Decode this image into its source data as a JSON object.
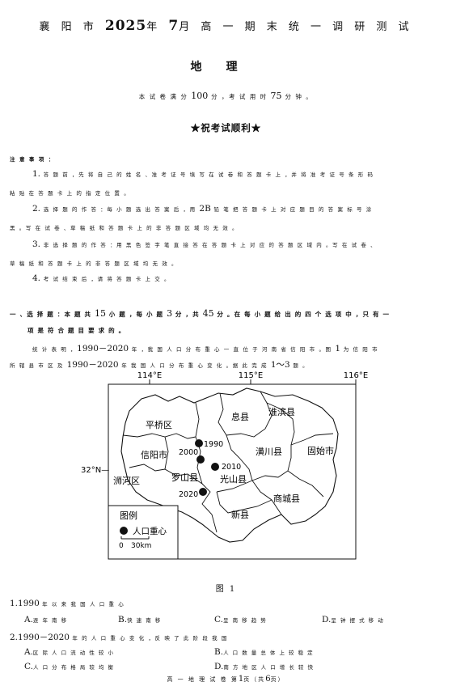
{
  "header": {
    "prefix": "襄 阳 市",
    "year": "2025",
    "nian": "年",
    "month": "7",
    "rest": "月 高 一 期 末 统 一 调 研 测 试"
  },
  "subject": "地理",
  "score_line": {
    "a": "本 试 卷 满 分",
    "full": "100",
    "b": "分 ，考 试 用 时",
    "time": "75",
    "c": "分 钟 。"
  },
  "wish": "★祝考试顺利★",
  "notice": {
    "title": "注 意 事 项 ：",
    "items": [
      {
        "num": "1.",
        "line1": "答 题 前 ，先 将 自 己 的 姓 名 、准 考 证 号 填 写 在 试 卷 和 答 题 卡 上 ，并 将 准 考 证 号 条 形 码",
        "line2": "粘 贴 在 答 题 卡 上 的 指 定 位 置 。"
      },
      {
        "num": "2.",
        "line1a": "选 择 题 的 作 答 ：每 小 题 选 出 答 案 后 ，用",
        "code": "2B",
        "line1b": "铅 笔 把 答 题 卡 上 对 应 题 目 的 答 案 标 号 涂",
        "line2": "黑 。写 在 试 卷 、草 稿 纸 和 答 题 卡 上 的 非 答 题 区 域 均 无 效 。"
      },
      {
        "num": "3.",
        "line1": "非 选 择 题 的 作 答 ：用 黑 色 签 字 笔 直 接 答 在 答 题 卡 上 对 应 的 答 题 区 域 内 。写 在 试 卷 、",
        "line2": "草 稿 纸 和 答 题 卡 上 的 非 答 题 区 域 均 无 效 。"
      },
      {
        "num": "4.",
        "line1": "考 试 结 束 后 ，请 将 答 题 卡 上 交 。"
      }
    ]
  },
  "section1": {
    "a": "一 、选 择 题 ：本 题 共",
    "count": "15",
    "b": "小 题 ，每 小 题",
    "each": "3",
    "c": "分 ，共",
    "total": "45",
    "d": "分 。在 每 小 题 给 出 的 四 个 选 项 中 ，只 有 一",
    "line2": "项 是 符 合 题 目 要 求 的 。"
  },
  "intro": {
    "a": "统 计 表 明 ，",
    "range1": "1990－2020",
    "b": "年 ，我 国 人 口 分 布 重 心 一 直 位 于 河 南 省 信 阳 市 。图",
    "fig": "1",
    "c": "为 信 阳 市",
    "d": "所 辖 县 市 区 及",
    "range2": "1990－2020",
    "e": "年 我 国 人 口 分 布 重 心 变 化 。据 此 完 成",
    "qrange": "1～3",
    "f": "题 。"
  },
  "map": {
    "lon_labels": [
      "114°E",
      "115°E",
      "116°E"
    ],
    "lat_label": "32°N",
    "districts": [
      "平桥区",
      "浉河区",
      "信阳市",
      "息县",
      "淮滨县",
      "潢川县",
      "固始市",
      "光山县",
      "商城县",
      "新县",
      "罗山县"
    ],
    "points": [
      "1990",
      "2000",
      "2010",
      "2020"
    ],
    "legend_title": "图例",
    "legend_item": "人口重心",
    "scale_zero": "0",
    "scale_label": "30km",
    "caption": "图 1"
  },
  "questions": [
    {
      "num": "1.",
      "year": "1990",
      "stem": "年 以 来 我 国 人 口 重 心",
      "options": [
        {
          "letter": "A.",
          "text": "逐 年 南 移"
        },
        {
          "letter": "B.",
          "text": "快 速 南 移"
        },
        {
          "letter": "C.",
          "text": "呈 南 移 趋 势"
        },
        {
          "letter": "D.",
          "text": "呈 钟 摆 式 移 动"
        }
      ]
    },
    {
      "num": "2.",
      "year": "1990－2020",
      "stem": "年 的 人 口 重 心 变 化 ，反 映 了 此 阶 段 我 国",
      "options": [
        {
          "letter": "A.",
          "text": "区 际 人 口 流 动 性 较 小"
        },
        {
          "letter": "B.",
          "text": "人 口 数 量 总 体 上 较 稳 定"
        },
        {
          "letter": "C.",
          "text": "人 口 分 布 格 局 较 均 衡"
        },
        {
          "letter": "D.",
          "text": "南 方 地 区 人 口 增 长 较 快"
        }
      ]
    }
  ],
  "footer": {
    "a": "高 一 地 理 试 卷",
    "b": "第",
    "page": "1",
    "c": "页（共",
    "pages": "6",
    "d": "页）"
  }
}
